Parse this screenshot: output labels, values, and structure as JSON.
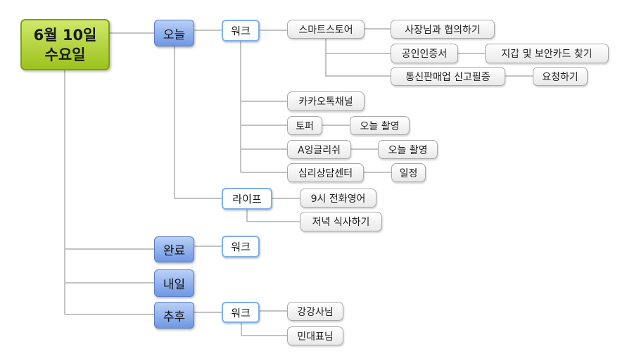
{
  "root": {
    "line1": "6월 10일",
    "line2": "수요일"
  },
  "branches": {
    "today": {
      "label": "오늘",
      "work": {
        "label": "워크",
        "smartstore": {
          "label": "스마트스토어",
          "talk_ceo": "사장님과 협의하기"
        },
        "cert": {
          "label": "공인인증서",
          "find_card": "지갑 및 보안카드 찾기"
        },
        "mailorder": {
          "label": "통신판매업 신고필증",
          "request": "요청하기"
        },
        "kakao": {
          "label": "카카오톡채널"
        },
        "topper": {
          "label": "토퍼",
          "shoot": "오늘 촬영"
        },
        "english": {
          "label": "A잉글리쉬",
          "shoot": "오늘 촬영"
        },
        "counseling": {
          "label": "심리상담센터",
          "schedule": "일정"
        }
      },
      "life": {
        "label": "라이프",
        "call_english": "9시 전화영어",
        "dinner": "저녁 식사하기"
      }
    },
    "done": {
      "label": "완료",
      "work": {
        "label": "워크"
      }
    },
    "tomorrow": {
      "label": "내일"
    },
    "later": {
      "label": "추후",
      "work": {
        "label": "워크",
        "kang": "강강사님",
        "min": "민대표님"
      }
    }
  }
}
